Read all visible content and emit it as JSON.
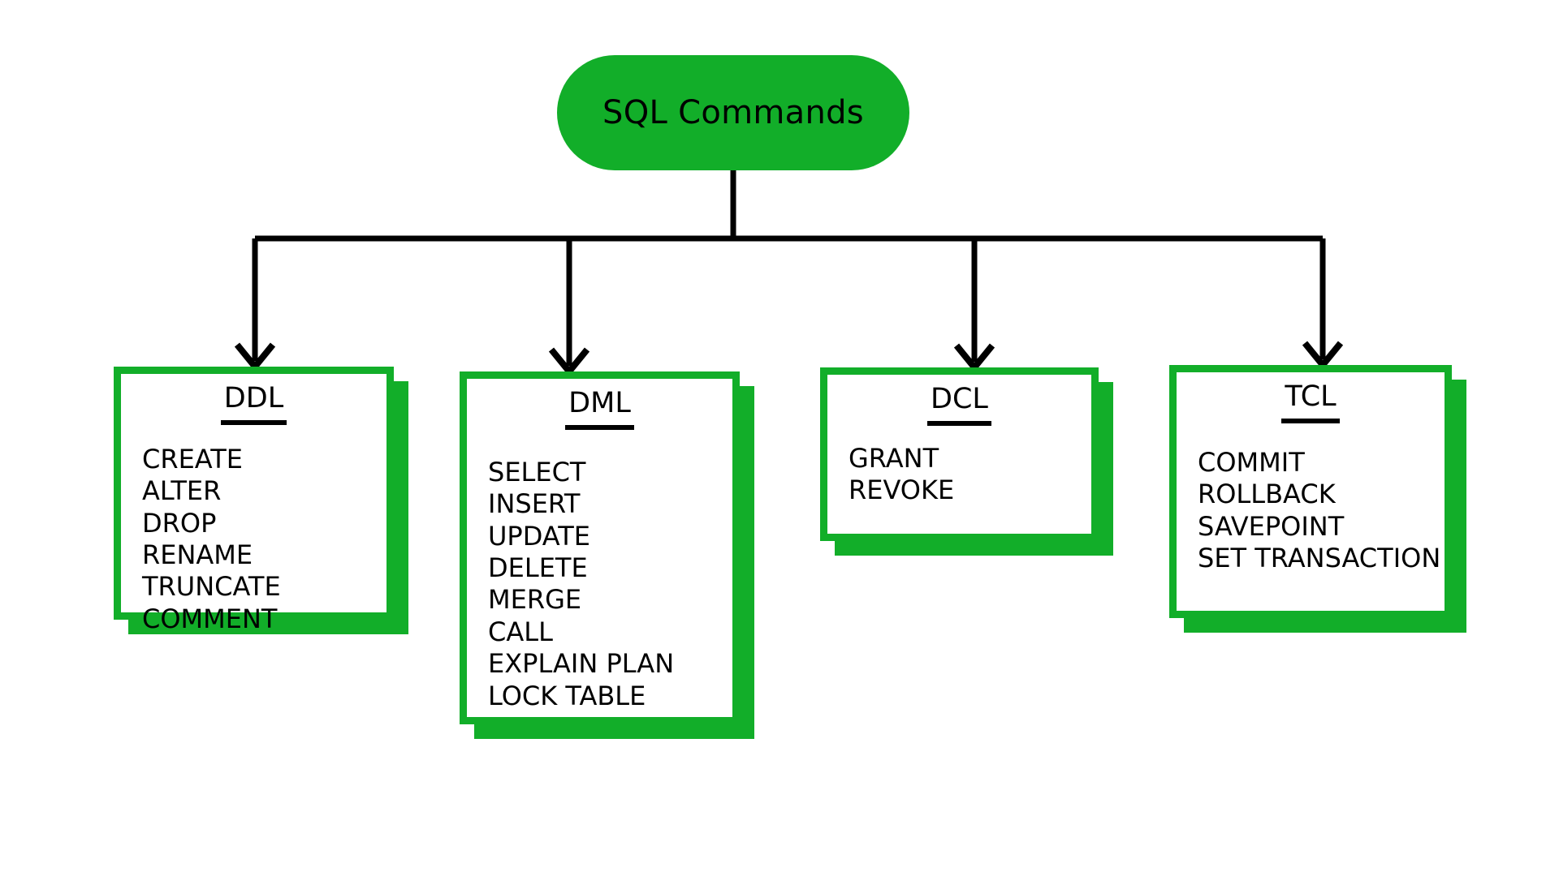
{
  "diagram": {
    "title": "SQL Commands",
    "root": {
      "label": "SQL Commands",
      "shape": "rounded-capsule",
      "fill": "#12AE29",
      "text_color": "#000000"
    },
    "colors": {
      "accent_green": "#12AE29",
      "box_fill": "#FFFFFF",
      "text": "#000000",
      "connector": "#000000",
      "background": "#FFFFFF"
    },
    "categories": [
      {
        "id": "ddl",
        "title": "DDL",
        "commands": [
          "CREATE",
          "ALTER",
          "DROP",
          "RENAME",
          "TRUNCATE",
          "COMMENT"
        ]
      },
      {
        "id": "dml",
        "title": "DML",
        "commands": [
          "SELECT",
          "INSERT",
          "UPDATE",
          "DELETE",
          "MERGE",
          "CALL",
          "EXPLAIN PLAN",
          "LOCK TABLE"
        ]
      },
      {
        "id": "dcl",
        "title": "DCL",
        "commands": [
          "GRANT",
          "REVOKE"
        ]
      },
      {
        "id": "tcl",
        "title": "TCL",
        "commands": [
          "COMMIT",
          "ROLLBACK",
          "SAVEPOINT",
          "SET TRANSACTION"
        ]
      }
    ]
  }
}
